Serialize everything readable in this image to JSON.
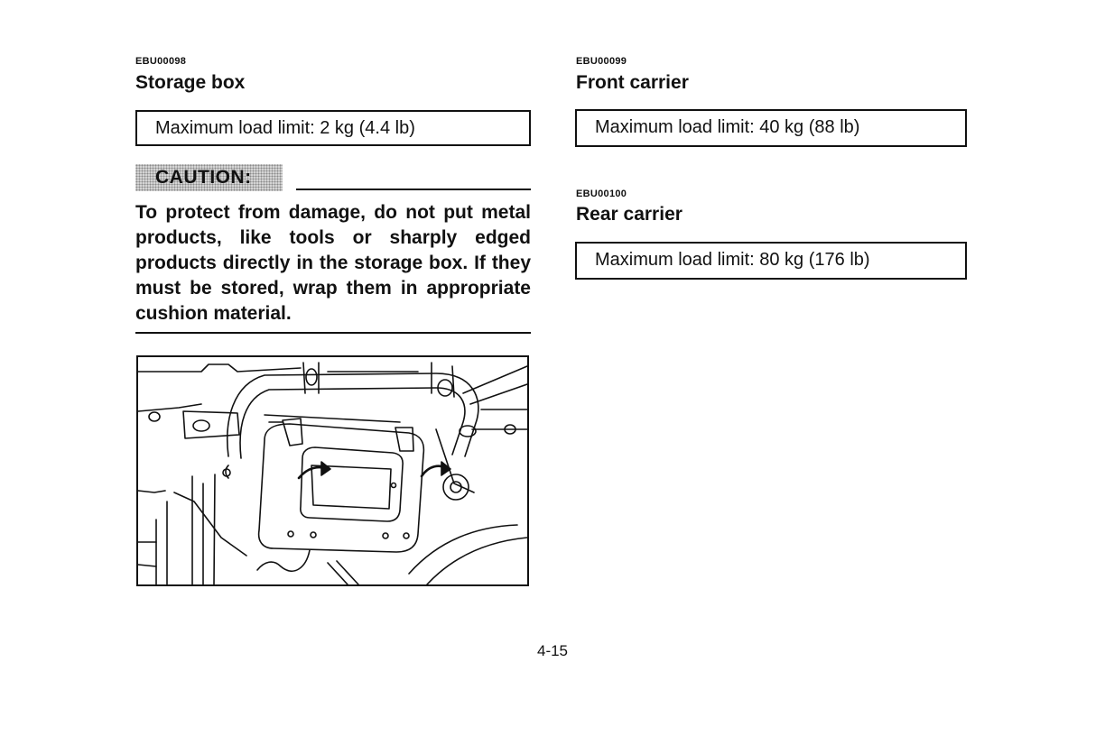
{
  "left_column": {
    "section_code": "EBU00098",
    "title": "Storage box",
    "load_limit": "Maximum load limit: 2 kg (4.4 lb)",
    "caution": {
      "label": "CAUTION:",
      "text": "To protect from damage, do not put metal products, like tools or sharply edged products directly in the storage box. If they must be stored, wrap them in appropriate cushion material."
    },
    "figure": {
      "icon": "storage-box-illustration"
    }
  },
  "right_column": {
    "front": {
      "section_code": "EBU00099",
      "title": "Front carrier",
      "load_limit": "Maximum load limit: 40 kg (88 lb)"
    },
    "rear": {
      "section_code": "EBU00100",
      "title": "Rear carrier",
      "load_limit": "Maximum load limit: 80 kg (176 lb)"
    }
  },
  "page_number": "4-15"
}
